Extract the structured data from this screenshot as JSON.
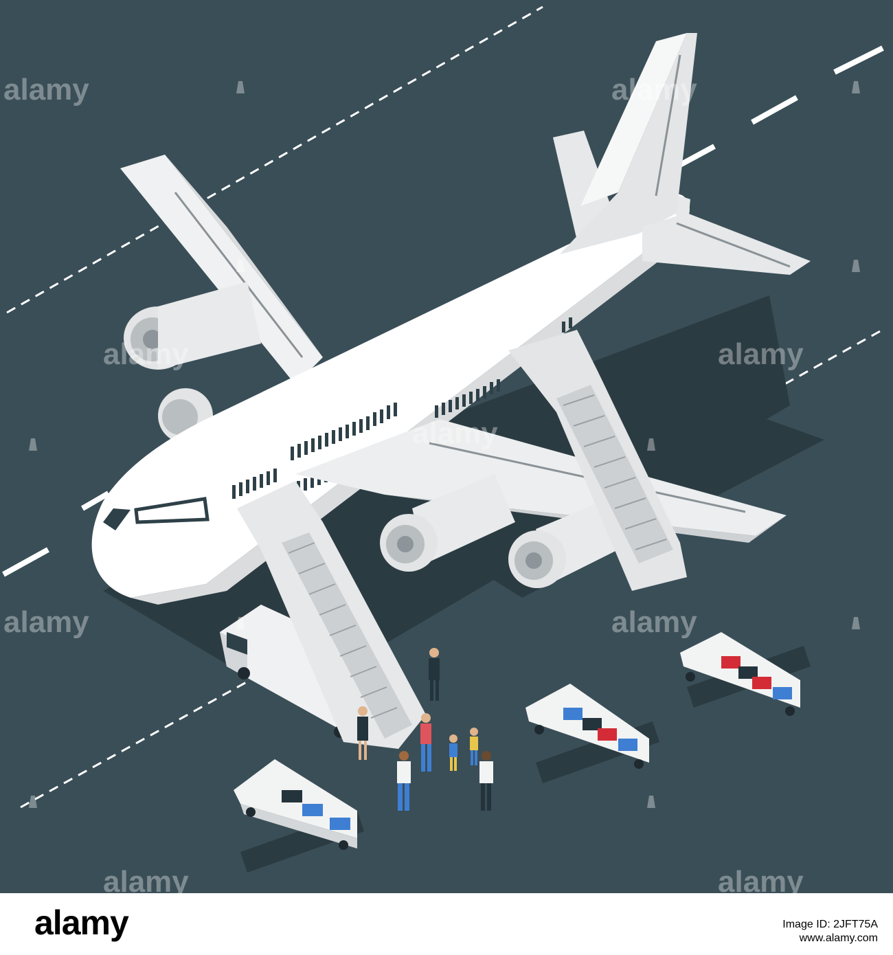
{
  "colors": {
    "tarmac": "#3a4e57",
    "shadow": "#2b3b42",
    "plane": "#ffffff",
    "plane_shade": "#d9dbdc",
    "window": "#2e4048",
    "bag_red": "#d42c36",
    "bag_blue": "#3f7fd3",
    "bag_dark": "#24343c"
  },
  "watermark": {
    "text": "alamy",
    "icon": "alamy-a-icon"
  },
  "footer": {
    "logo": "alamy",
    "image_id_label": "Image ID: 2JFT75A",
    "site": "www.alamy.com"
  }
}
